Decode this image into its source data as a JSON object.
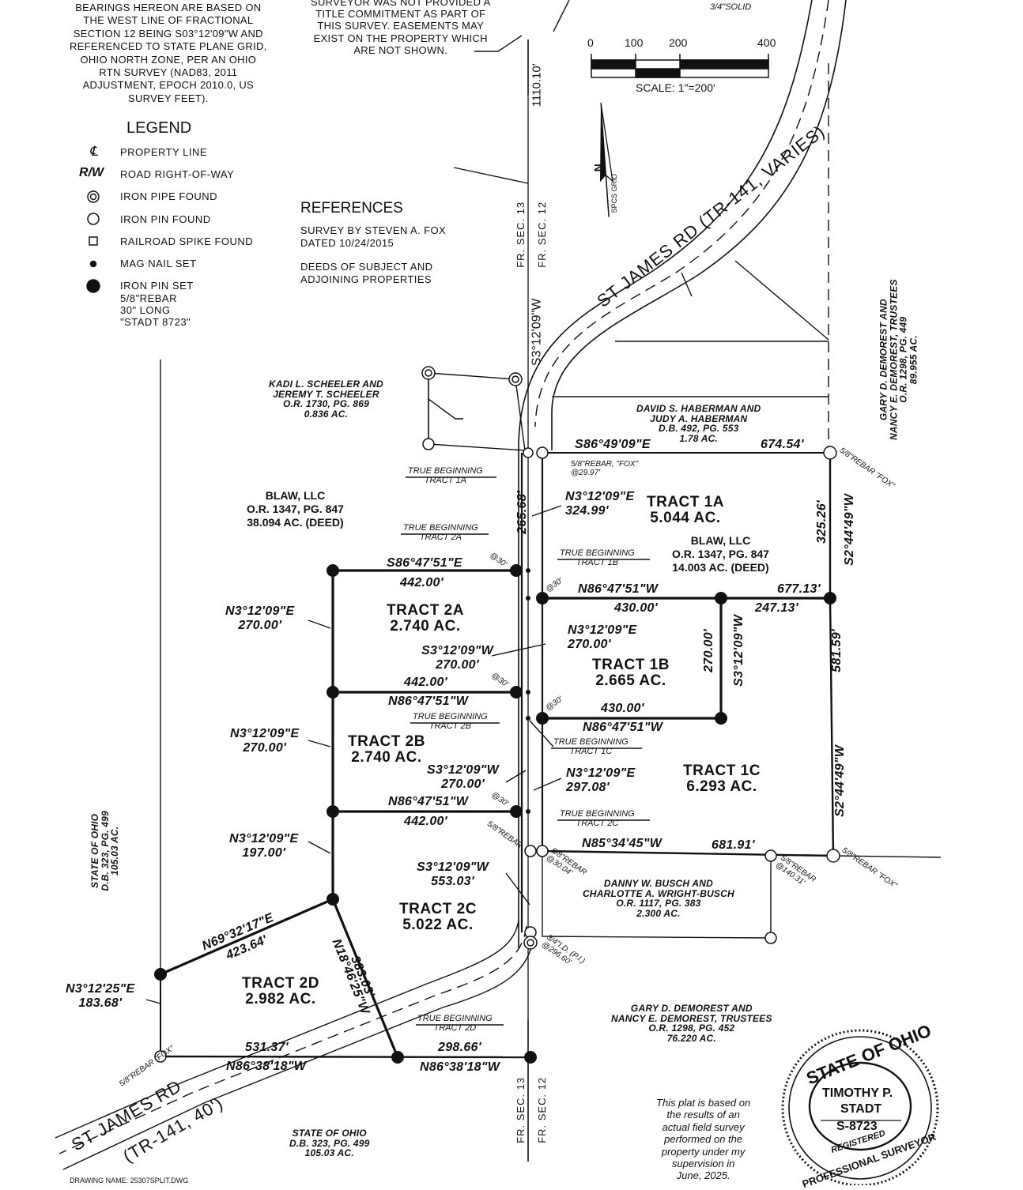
{
  "notes": {
    "bearings": [
      "BEARINGS HEREON ARE BASED ON",
      "THE WEST LINE OF FRACTIONAL",
      "SECTION 12 BEING S03°12'09\"W AND",
      "REFERENCED TO STATE PLANE GRID,",
      "OHIO NORTH ZONE, PER AN OHIO",
      "RTN SURVEY (NAD83, 2011",
      "ADJUSTMENT, EPOCH 2010.0, US",
      "SURVEY FEET)."
    ],
    "easements": [
      "SURVEYOR WAS NOT PROVIDED A",
      "TITLE COMMITMENT AS PART OF",
      "THIS SURVEY. EASEMENTS MAY",
      "EXIST ON THE PROPERTY WHICH",
      "ARE NOT SHOWN."
    ],
    "solid": "3/4\"SOLID"
  },
  "scale_bar": {
    "ticks": [
      "0",
      "100",
      "200",
      "400"
    ],
    "label": "SCALE: 1\"=200'"
  },
  "north_arrow": {
    "letter": "N",
    "grid": "SPCS GRID"
  },
  "legend": {
    "title": "LEGEND",
    "items": [
      {
        "symbol": "℄",
        "label": "PROPERTY LINE"
      },
      {
        "symbol": "R/W",
        "label": "ROAD RIGHT-OF-WAY"
      },
      {
        "symbol": "iron-pipe-found",
        "label": "IRON PIPE FOUND"
      },
      {
        "symbol": "iron-pin-found",
        "label": "IRON PIN FOUND"
      },
      {
        "symbol": "railroad-spike-found",
        "label": "RAILROAD SPIKE FOUND"
      },
      {
        "symbol": "mag-nail-set",
        "label": "MAG NAIL SET"
      },
      {
        "symbol": "iron-pin-set",
        "label": "IRON PIN SET",
        "sub": [
          "5/8\"REBAR",
          "30\" LONG",
          "\"STADT 8723\""
        ]
      }
    ]
  },
  "references": {
    "title": "REFERENCES",
    "lines": [
      "SURVEY BY STEVEN A. FOX",
      "DATED 10/24/2015",
      "",
      "DEEDS OF SUBJECT AND",
      "ADJOINING PROPERTIES"
    ]
  },
  "dim_1110": "1110.10'",
  "sections": {
    "sec13": "FR. SEC. 13",
    "sec12": "FR. SEC. 12"
  },
  "centerline_bearing": "S3°12'09\"W",
  "roads": {
    "top": "ST JAMES RD  (TR-141, VARIES)",
    "bottom_name": "ST JAMES RD",
    "bottom_sub": "(TR-141, 40')"
  },
  "owners": {
    "scheeler": [
      "KADI L. SCHEELER AND",
      "JEREMY T. SCHEELER",
      "O.R. 1730, PG. 869",
      "0.836 AC."
    ],
    "haberman": [
      "DAVID S. HABERMAN AND",
      "JUDY A. HABERMAN",
      "D.B. 492, PG. 553",
      "1.78 AC."
    ],
    "demorest_e": [
      "GARY D. DEMOREST AND",
      "NANCY E. DEMOREST, TRUSTEES",
      "O.R. 1298, PG. 449",
      "89.955 AC."
    ],
    "blaw_w": [
      "BLAW, LLC",
      "O.R. 1347, PG. 847",
      "38.094 AC. (DEED)"
    ],
    "blaw_e": [
      "BLAW, LLC",
      "O.R. 1347, PG. 847",
      "14.003 AC. (DEED)"
    ],
    "ohio_w": [
      "STATE OF OHIO",
      "D.B. 323, PG. 499",
      "105.03 AC."
    ],
    "busch": [
      "DANNY W. BUSCH AND",
      "CHARLOTTE A. WRIGHT-BUSCH",
      "O.R. 1117, PG. 383",
      "2.300 AC."
    ],
    "demorest_s": [
      "GARY D. DEMOREST AND",
      "NANCY E. DEMOREST, TRUSTEES",
      "O.R. 1298, PG. 452",
      "76.220 AC."
    ],
    "ohio_s": [
      "STATE OF OHIO",
      "D.B. 323, PG. 499",
      "105.03 AC."
    ]
  },
  "tracts": [
    {
      "id": "1A",
      "name": "TRACT 1A",
      "area": "5.044 AC."
    },
    {
      "id": "2A",
      "name": "TRACT 2A",
      "area": "2.740 AC."
    },
    {
      "id": "1B",
      "name": "TRACT 1B",
      "area": "2.665 AC."
    },
    {
      "id": "2B",
      "name": "TRACT 2B",
      "area": "2.740 AC."
    },
    {
      "id": "1C",
      "name": "TRACT 1C",
      "area": "6.293 AC."
    },
    {
      "id": "2C",
      "name": "TRACT 2C",
      "area": "5.022 AC."
    },
    {
      "id": "2D",
      "name": "TRACT 2D",
      "area": "2.982 AC."
    }
  ],
  "true_beginnings": [
    "TRACT 1A",
    "TRACT 2A",
    "TRACT 1B",
    "TRACT 2B",
    "TRACT 1C",
    "TRACT 2C",
    "TRACT 2D"
  ],
  "true_beginning_label": "TRUE BEGINNING",
  "calls": {
    "s864909e": "S86°49'09\"E",
    "d67454": "674.54'",
    "d26568": "265.68'",
    "n31209e_1a_b": "N3°12'09\"E",
    "n31209e_1a_d": "324.99'",
    "b32526": "325.26'",
    "s24449w_top": "S2°44'49\"W",
    "s864751e": "S86°47'51\"E",
    "d44200_a": "442.00'",
    "n864751w_1b": "N86°47'51\"W",
    "d43000_a": "430.00'",
    "d67713": "677.13'",
    "d24713": "247.13'",
    "n31209e_2a_b": "N3°12'09\"E",
    "n31209e_2a_d": "270.00'",
    "s31209w_2a_b": "S3°12'09\"W",
    "s31209w_2a_d": "270.00'",
    "n31209e_1b_b": "N3°12'09\"E",
    "n31209e_1b_d": "270.00'",
    "d27000_1b": "270.00'",
    "s31209w_1b": "S3°12'09\"W",
    "d58159": "581.59'",
    "d44200_b": "442.00'",
    "n864751w_2a": "N86°47'51\"W",
    "d43000_b": "430.00'",
    "n864751w_1c": "N86°47'51\"W",
    "n31209e_2b_b": "N3°12'09\"E",
    "n31209e_2b_d": "270.00'",
    "s31209w_2b_b": "S3°12'09\"W",
    "s31209w_2b_d": "270.00'",
    "n31209e_1c_b": "N3°12'09\"E",
    "n31209e_1c_d": "297.08'",
    "s24449w_mid": "S2°44'49\"W",
    "n864751w_2b": "N86°47'51\"W",
    "d44200_c": "442.00'",
    "n853445w": "N85°34'45\"W",
    "d68191": "681.91'",
    "n31209e_2c_b": "N3°12'09\"E",
    "n31209e_2c_d": "197.00'",
    "s31209w_2c_b": "S3°12'09\"W",
    "s31209w_2c_d": "553.03'",
    "n693217e": "N69°32'17\"E",
    "d42364": "423.64'",
    "d38303": "383.03'",
    "n184625w": "N18°46'25\"W",
    "n31225e": "N3°12'25\"E",
    "d18368": "183.68'",
    "d53137": "531.37'",
    "n863818w_w": "N86°38'18\"W",
    "d29866": "298.66'",
    "n863818w_e": "N86°38'18\"W"
  },
  "monuments": {
    "rebar_fox_a": "5/8\"REBAR, \"FOX\"",
    "at_2997": "@29.97'",
    "rebar_fox_b": "5/8\"REBAR \"FOX\"",
    "at30": "@30'",
    "rebar_c": "5/8\"REBAR",
    "rebar_d": "5/8\"REBAR",
    "at_3004": "@30.04'",
    "rebar_e": "5/8\"REBAR",
    "at_14031": "@140.31'",
    "rebar_fox_f": "5/8\"REBAR \"FOX\"",
    "id_pi": "3/4\"I.D. (P.I.)",
    "at_29660": "@296.60'",
    "rebar_fox_g": "5/8\"REBAR \"FOX\""
  },
  "plat_note": [
    "This plat is based on",
    "the results of an",
    "actual field survey",
    "performed on the",
    "property under my",
    "supervision in",
    "June, 2025."
  ],
  "seal": {
    "top": "STATE OF OHIO",
    "name1": "TIMOTHY P.",
    "name2": "STADT",
    "number": "S-8723",
    "registered": "REGISTERED",
    "bottom": "PROFESSIONAL SURVEYOR"
  },
  "drawing_name": "DRAWING NAME: 25307SPLIT.DWG"
}
